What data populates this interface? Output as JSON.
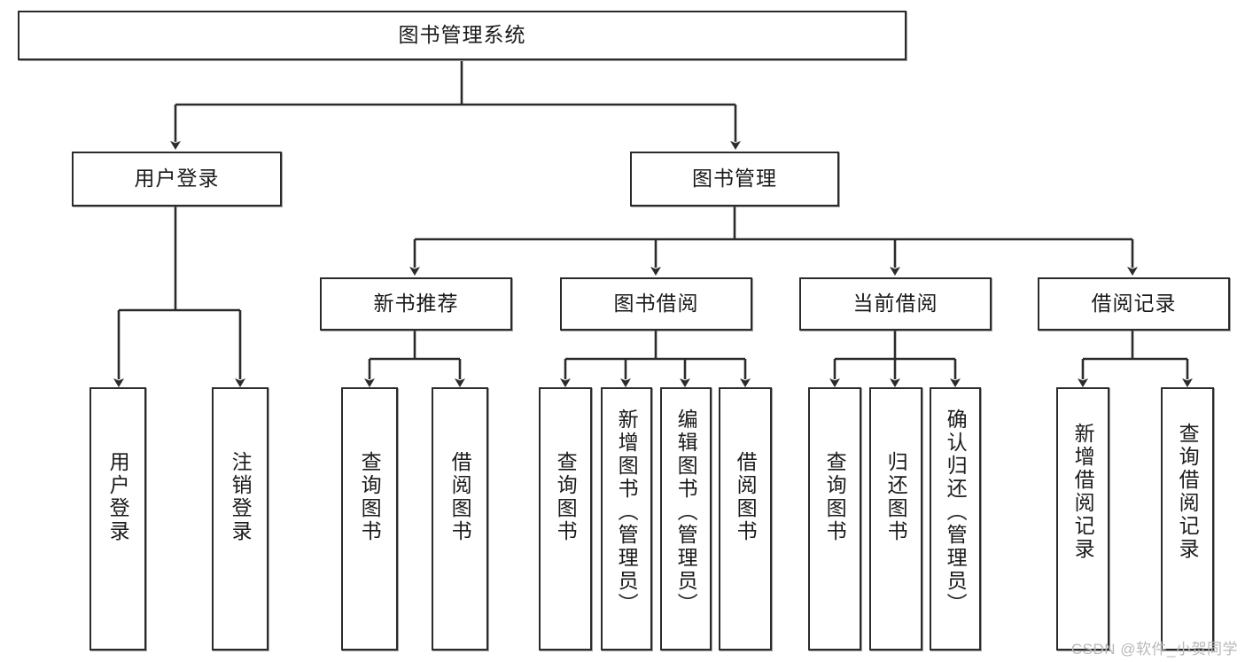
{
  "diagram": {
    "title": "图书管理系统",
    "watermark": "CSDN @软件_小贺同学",
    "style": {
      "box_border_color": "#2b2b2b",
      "box_fill_color": "#ffffff",
      "line_color": "#2b2b2b",
      "text_color": "#1a1a1a",
      "watermark_color": "#b9b9b9",
      "background": "#ffffff"
    },
    "root": {
      "label": "图书管理系统"
    },
    "level2": [
      {
        "label": "用户登录"
      },
      {
        "label": "图书管理"
      }
    ],
    "level3": [
      {
        "label": "新书推荐"
      },
      {
        "label": "图书借阅"
      },
      {
        "label": "当前借阅"
      },
      {
        "label": "借阅记录"
      }
    ],
    "leaves": {
      "user_login": [
        {
          "label": "用户登录"
        },
        {
          "label": "注销登录"
        }
      ],
      "new_book_recommend": [
        {
          "label": "查询图书"
        },
        {
          "label": "借阅图书"
        }
      ],
      "book_borrow": [
        {
          "label": "查询图书"
        },
        {
          "label": "新增图书（管理员）"
        },
        {
          "label": "编辑图书（管理员）"
        },
        {
          "label": "借阅图书"
        }
      ],
      "current_borrow": [
        {
          "label": "查询图书"
        },
        {
          "label": "归还图书"
        },
        {
          "label": "确认归还（管理员）"
        }
      ],
      "borrow_record": [
        {
          "label": "新增借阅记录"
        },
        {
          "label": "查询借阅记录"
        }
      ]
    }
  }
}
